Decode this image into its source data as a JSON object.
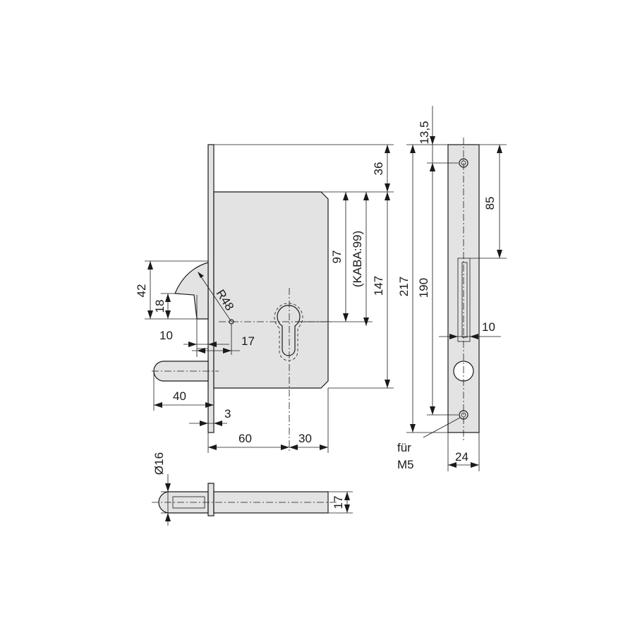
{
  "dimensions": {
    "d_13_5": "13,5",
    "d_36": "36",
    "d_97": "97",
    "d_kaba": "(KABA:99)",
    "d_147": "147",
    "d_217": "217",
    "d_190": "190",
    "d_85": "85",
    "d_10_strike": "10",
    "d_24": "24",
    "d_42": "42",
    "d_18": "18",
    "d_r48": "R48",
    "d_10_hook": "10",
    "d_17_hook": "17",
    "d_40": "40",
    "d_3": "3",
    "d_60": "60",
    "d_30": "30",
    "d_dia16": "Ø16",
    "d_17_bolt": "17"
  },
  "notes": {
    "screw_line1": "für",
    "screw_line2": "M5"
  }
}
